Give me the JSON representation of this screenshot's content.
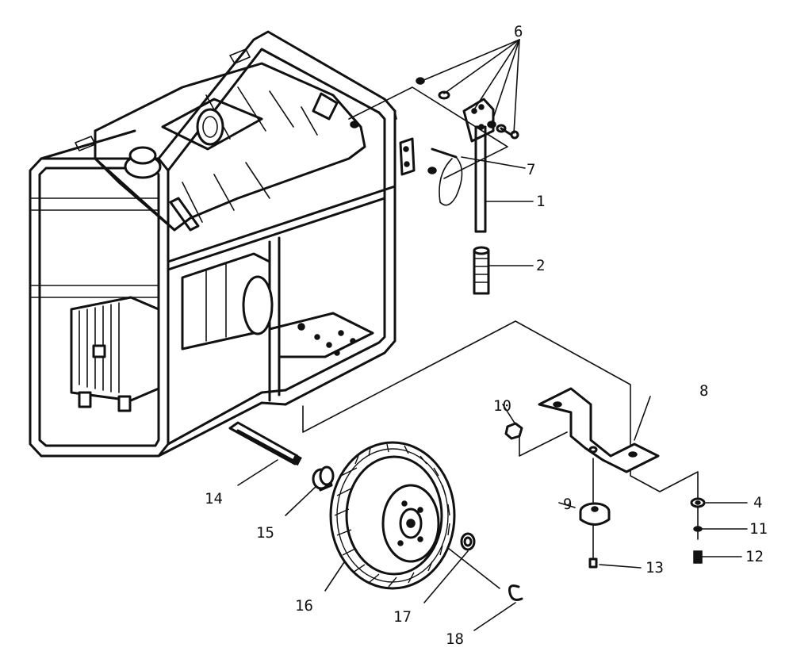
{
  "diagram": {
    "callouts": [
      {
        "id": "c1",
        "text": "1"
      },
      {
        "id": "c2",
        "text": "2"
      },
      {
        "id": "c4",
        "text": "4"
      },
      {
        "id": "c6",
        "text": "6"
      },
      {
        "id": "c7",
        "text": "7"
      },
      {
        "id": "c8",
        "text": "8"
      },
      {
        "id": "c9",
        "text": "9"
      },
      {
        "id": "c10",
        "text": "10"
      },
      {
        "id": "c11",
        "text": "11"
      },
      {
        "id": "c12",
        "text": "12"
      },
      {
        "id": "c13",
        "text": "13"
      },
      {
        "id": "c14",
        "text": "14"
      },
      {
        "id": "c15",
        "text": "15"
      },
      {
        "id": "c16",
        "text": "16"
      },
      {
        "id": "c17",
        "text": "17"
      },
      {
        "id": "c18",
        "text": "18"
      }
    ]
  }
}
